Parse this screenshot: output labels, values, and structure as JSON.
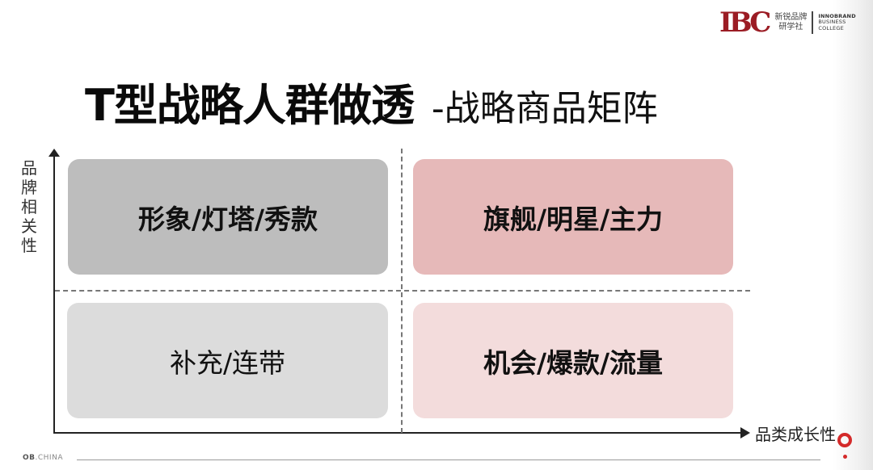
{
  "logo": {
    "mark": "IBC",
    "cn_line1": "新锐品牌",
    "cn_line2": "研学社",
    "en_line1": "INNOBRAND",
    "en_line2": "BUSINESS",
    "en_line3": "COLLEGE",
    "color": "#9b1c24"
  },
  "title": {
    "main": "T型战略人群做透",
    "sub": "-战略商品矩阵"
  },
  "axes": {
    "y_label": "品牌相关性",
    "x_label": "品类成长性"
  },
  "quadrants": {
    "top_left": {
      "label": "形象/灯塔/秀款",
      "color": "#bdbdbd"
    },
    "top_right": {
      "label": "旗舰/明星/主力",
      "color": "#e6b9b9"
    },
    "bottom_left": {
      "label": "补充/连带",
      "color": "#dcdcdc"
    },
    "bottom_right": {
      "label": "机会/爆款/流量",
      "color": "#f3dcdc"
    }
  },
  "footer": {
    "brand_bold": "OB",
    "brand_rest": ".CHINA"
  }
}
